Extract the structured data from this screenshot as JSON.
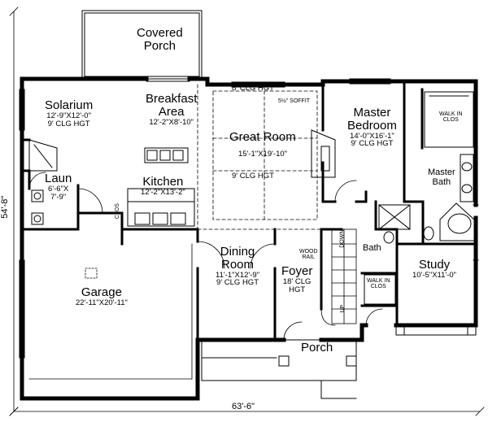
{
  "dimensions": {
    "total_width": "63'-6\"",
    "total_depth": "54'-8\""
  },
  "rooms": {
    "covered_porch": {
      "name_line1": "Covered",
      "name_line2": "Porch"
    },
    "solarium": {
      "name": "Solarium",
      "size": "12'-9\"X12'-0\"",
      "ceiling": "9' CLG HGT"
    },
    "breakfast": {
      "name_line1": "Breakfast",
      "name_line2": "Area",
      "size": "12'-2\"X8'-10\""
    },
    "great_room": {
      "name": "Great Room",
      "size": "15'-1\"X19'-10\"",
      "ceiling_top": "8' CLG HGT",
      "ceiling": "9' CLG HGT",
      "soffit": "5½\" SOFFIT"
    },
    "master_bedroom": {
      "name_line1": "Master",
      "name_line2": "Bedroom",
      "size": "14'-0\"X16'-1\"",
      "ceiling": "9' CLG HGT"
    },
    "walk_in_master": {
      "line1": "WALK IN",
      "line2": "CLOS"
    },
    "master_bath": {
      "line1": "Master",
      "line2": "Bath"
    },
    "kitchen": {
      "name": "Kitchen",
      "size": "12'-2\"X13'-2\""
    },
    "laundry": {
      "name": "Laun",
      "size_line1": "6'-6\"X",
      "size_line2": "7'-9\""
    },
    "clos": "CLOS",
    "garage": {
      "name": "Garage",
      "size": "22'-11\"X20'-11\""
    },
    "dining": {
      "name_line1": "Dining",
      "name_line2": "Room",
      "size": "11'-1\"X12'-9\"",
      "ceiling": "9' CLG HGT"
    },
    "foyer": {
      "name": "Foyer",
      "ceiling_line1": "18' CLG",
      "ceiling_line2": "HGT"
    },
    "wood_rail": {
      "line1": "WOOD",
      "line2": "RAIL"
    },
    "stairs": {
      "down": "DOWN",
      "up": "UP"
    },
    "bath": "Bath",
    "study": {
      "name": "Study",
      "size": "10'-5\"X11'-0\""
    },
    "walk_in_study": {
      "line1": "WALK IN",
      "line2": "CLOS"
    },
    "porch": "Porch"
  }
}
